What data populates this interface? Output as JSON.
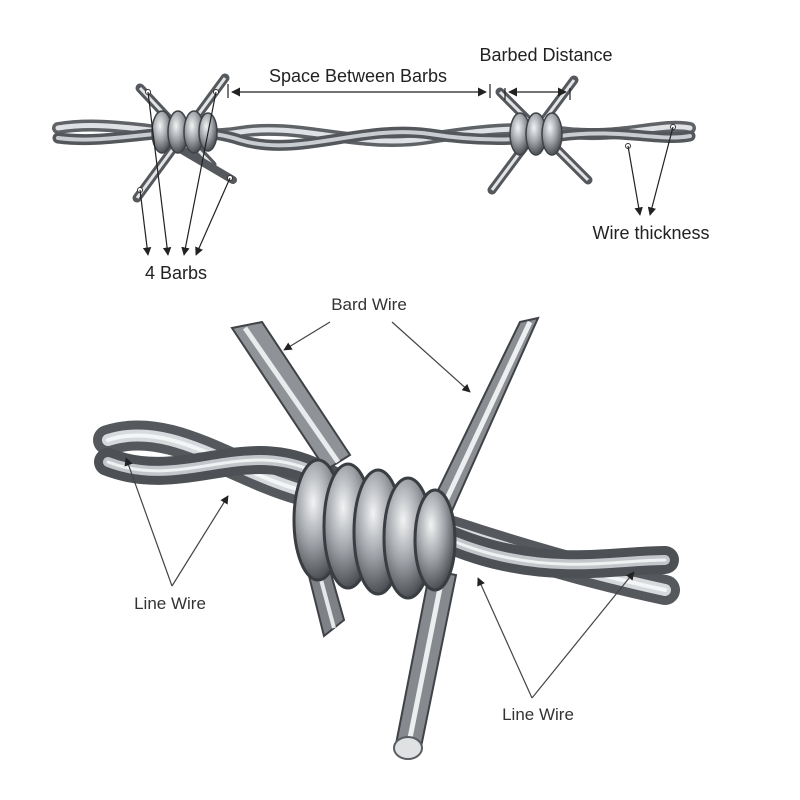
{
  "labels": {
    "space_between_barbs": "Space Between Barbs",
    "barbed_distance": "Barbed Distance",
    "four_barbs": "4 Barbs",
    "wire_thickness": "Wire thickness",
    "bard_wire": "Bard Wire",
    "line_wire_left": "Line Wire",
    "line_wire_right": "Line Wire"
  },
  "colors": {
    "background": "#ffffff",
    "wire_dark": "#5b5e62",
    "wire_mid": "#9a9ea3",
    "wire_light": "#e4e6e8",
    "annotation": "#333333"
  }
}
